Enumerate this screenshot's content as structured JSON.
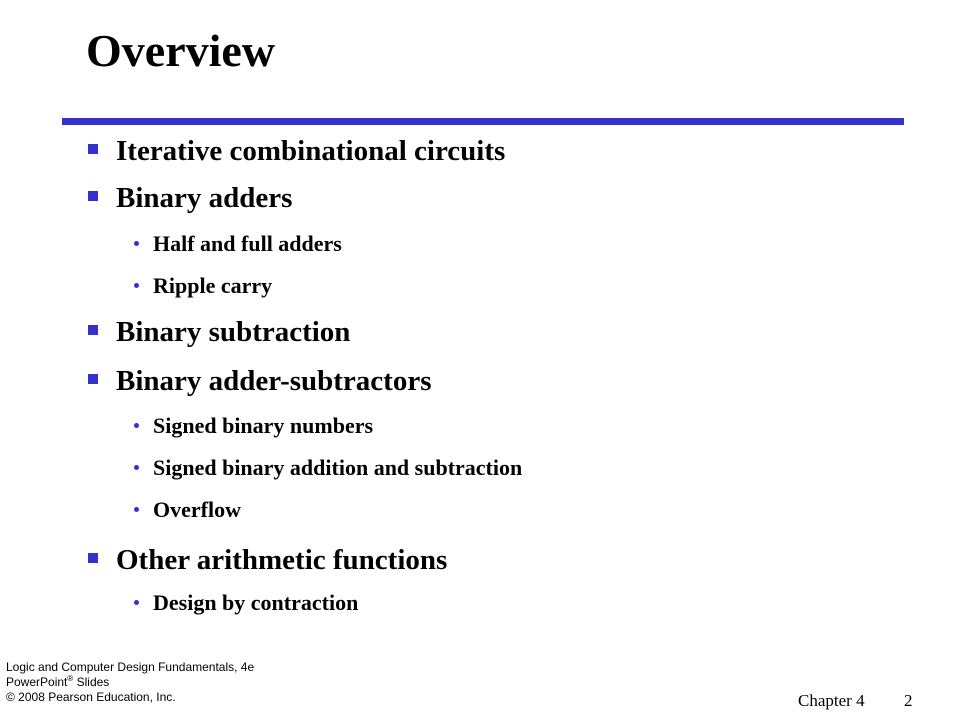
{
  "slide": {
    "title": "Overview",
    "accent_color": "#3333cc",
    "items": [
      {
        "level": 1,
        "text": "Iterative combinational circuits"
      },
      {
        "level": 1,
        "text": "Binary adders"
      },
      {
        "level": 2,
        "text": "Half and full adders"
      },
      {
        "level": 2,
        "text": "Ripple carry"
      },
      {
        "level": 1,
        "text": "Binary subtraction"
      },
      {
        "level": 1,
        "text": "Binary adder-subtractors"
      },
      {
        "level": 2,
        "text": "Signed binary numbers"
      },
      {
        "level": 2,
        "text": "Signed binary addition and subtraction"
      },
      {
        "level": 2,
        "text": "Overflow"
      },
      {
        "level": 1,
        "text": "Other arithmetic functions"
      },
      {
        "level": 2,
        "text": "Design by contraction"
      }
    ]
  },
  "footer": {
    "credit_line1": "Logic and Computer Design Fundamentals, 4e",
    "credit_line2_main": "PowerPoint",
    "credit_line2_mark": "®",
    "credit_line2_rest": " Slides",
    "credit_line3": "© 2008 Pearson Education, Inc.",
    "chapter": "Chapter 4",
    "page": "2"
  }
}
